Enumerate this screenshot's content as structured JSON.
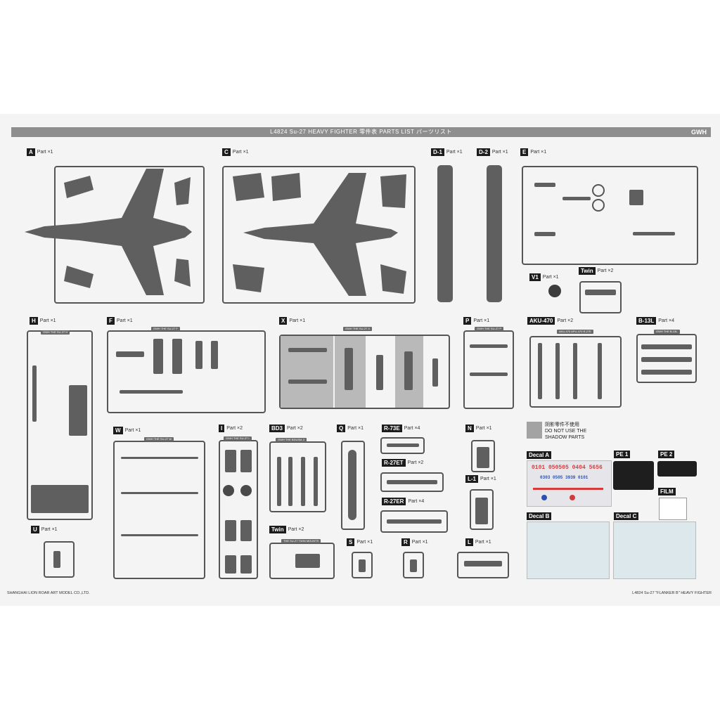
{
  "header": {
    "title": "L4824  Su-27  HEAVY  FIGHTER  零件表  PARTS LIST  パーツリスト",
    "logo": "GWH"
  },
  "sprues": [
    {
      "id": "A",
      "code": "A",
      "qty": "Part ×1"
    },
    {
      "id": "C",
      "code": "C",
      "qty": "Part ×1"
    },
    {
      "id": "D1",
      "code": "D-1",
      "qty": "Part ×1"
    },
    {
      "id": "D2",
      "code": "D-2",
      "qty": "Part ×1"
    },
    {
      "id": "E",
      "code": "E",
      "qty": "Part ×1"
    },
    {
      "id": "V1",
      "code": "V1",
      "qty": "Part ×1"
    },
    {
      "id": "Twin1",
      "code": "Twin",
      "qty": "Part ×2"
    },
    {
      "id": "H",
      "code": "H",
      "qty": "Part ×1"
    },
    {
      "id": "F",
      "code": "F",
      "qty": "Part ×1"
    },
    {
      "id": "X",
      "code": "X",
      "qty": "Part ×1"
    },
    {
      "id": "P",
      "code": "P",
      "qty": "Part ×1"
    },
    {
      "id": "AKU",
      "code": "AKU-470",
      "qty": "Part ×2"
    },
    {
      "id": "B13L",
      "code": "B-13L",
      "qty": "Part ×4"
    },
    {
      "id": "W",
      "code": "W",
      "qty": "Part ×1"
    },
    {
      "id": "I",
      "code": "I",
      "qty": "Part ×2"
    },
    {
      "id": "BD3",
      "code": "BD3",
      "qty": "Part ×2"
    },
    {
      "id": "Q",
      "code": "Q",
      "qty": "Part ×1"
    },
    {
      "id": "R73E",
      "code": "R-73E",
      "qty": "Part ×4"
    },
    {
      "id": "R27ET",
      "code": "R-27ET",
      "qty": "Part ×2"
    },
    {
      "id": "R27ER",
      "code": "R-27ER",
      "qty": "Part ×4"
    },
    {
      "id": "N",
      "code": "N",
      "qty": "Part ×1"
    },
    {
      "id": "L1",
      "code": "L-1",
      "qty": "Part ×1"
    },
    {
      "id": "U",
      "code": "U",
      "qty": "Part ×1"
    },
    {
      "id": "Twin2",
      "code": "Twin",
      "qty": "Part ×2"
    },
    {
      "id": "S",
      "code": "S",
      "qty": "Part ×1"
    },
    {
      "id": "R",
      "code": "R",
      "qty": "Part ×1"
    },
    {
      "id": "L",
      "code": "L",
      "qty": "Part ×1"
    }
  ],
  "sprue_tags": {
    "H": "GWH  THE SU-27  H",
    "F": "GWH  THE SU-27  F",
    "X": "GWH  THE SU-27  X",
    "P": "GWH  THE SU-27  P",
    "AKU": "AKU-470  APU-470  R-27E",
    "B13L": "GWH  THE B-13L",
    "W": "GWH  THE SU-27  W",
    "I": "GWH  THE SU-27  I",
    "BD3": "GWH  THE BDUSM-3",
    "Twin": "THE SU-27 TWIN MOUNTS"
  },
  "shadow_note": {
    "zh": "阴影零件不使用",
    "line1": "DO NOT USE THE",
    "line2": "SHADOW PARTS"
  },
  "decals": {
    "a": "Decal A",
    "b": "Decal B",
    "c": "Decal C",
    "pe1": "PE 1",
    "pe2": "PE 2",
    "film": "FILM"
  },
  "decal_a_numbers": [
    "0101 050505 0404 5656",
    "0303 0505 3939 0101"
  ],
  "footer": {
    "left": "SHANGHAI LION ROAR ART MODEL CO.,LTD.",
    "right": "L4824  Su-27 \"FLANKER B\"  HEAVY  FIGHTER"
  },
  "colors": {
    "plastic": "#5f5f5f",
    "sprue": "#555555",
    "header": "#8e8e8e",
    "shaded": "#b9b9b9"
  }
}
